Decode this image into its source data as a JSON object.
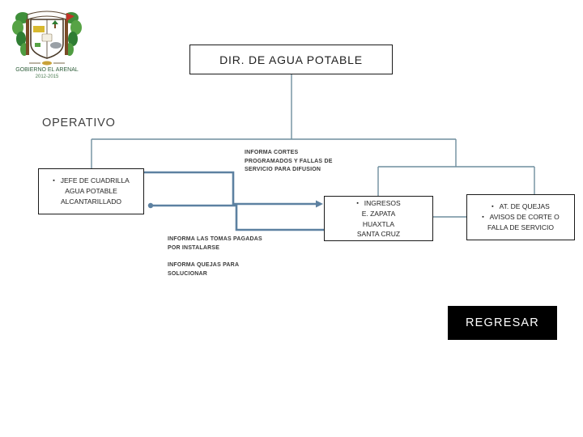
{
  "slide": {
    "title": "DIR. DE AGUA POTABLE",
    "section_label": "OPERATIVO"
  },
  "logo": {
    "caption": "GOBIERNO EL ARENAL",
    "years": "2012-2015"
  },
  "nodes": {
    "jefe": {
      "bullet": "▪",
      "line1": "JEFE DE CUADRILLA",
      "line2": "AGUA POTABLE",
      "line3": "ALCANTARILLADO"
    },
    "ingresos": {
      "bullet": "▪",
      "line1": "INGRESOS",
      "line2": "E. ZAPATA",
      "line3": "HUAXTLA",
      "line4": "SANTA CRUZ"
    },
    "quejas": {
      "bullet1": "▪",
      "line1": "AT. DE QUEJAS",
      "bullet2": "▪",
      "line2": "AVISOS DE CORTE O",
      "line3": "FALLA DE SERVICIO"
    }
  },
  "annotations": {
    "difusion": {
      "line1": "INFORMA CORTES",
      "line2": "PROGRAMADOS Y FALLAS DE",
      "line3": "SERVICIO PARA DIFUSION"
    },
    "tomas": {
      "line1": "INFORMA LAS TOMAS PAGADAS",
      "line2": "POR INSTALARSE"
    },
    "quejas": {
      "line1": "INFORMA QUEJAS PARA",
      "line2": "SOLUCIONAR"
    }
  },
  "button": {
    "label": "REGRESAR"
  },
  "colors": {
    "connector_thick": "#5d81a1",
    "connector_thin": "#6f8e9e",
    "box_border": "#1a1a1a",
    "button_bg": "#000000",
    "button_text": "#ffffff"
  }
}
